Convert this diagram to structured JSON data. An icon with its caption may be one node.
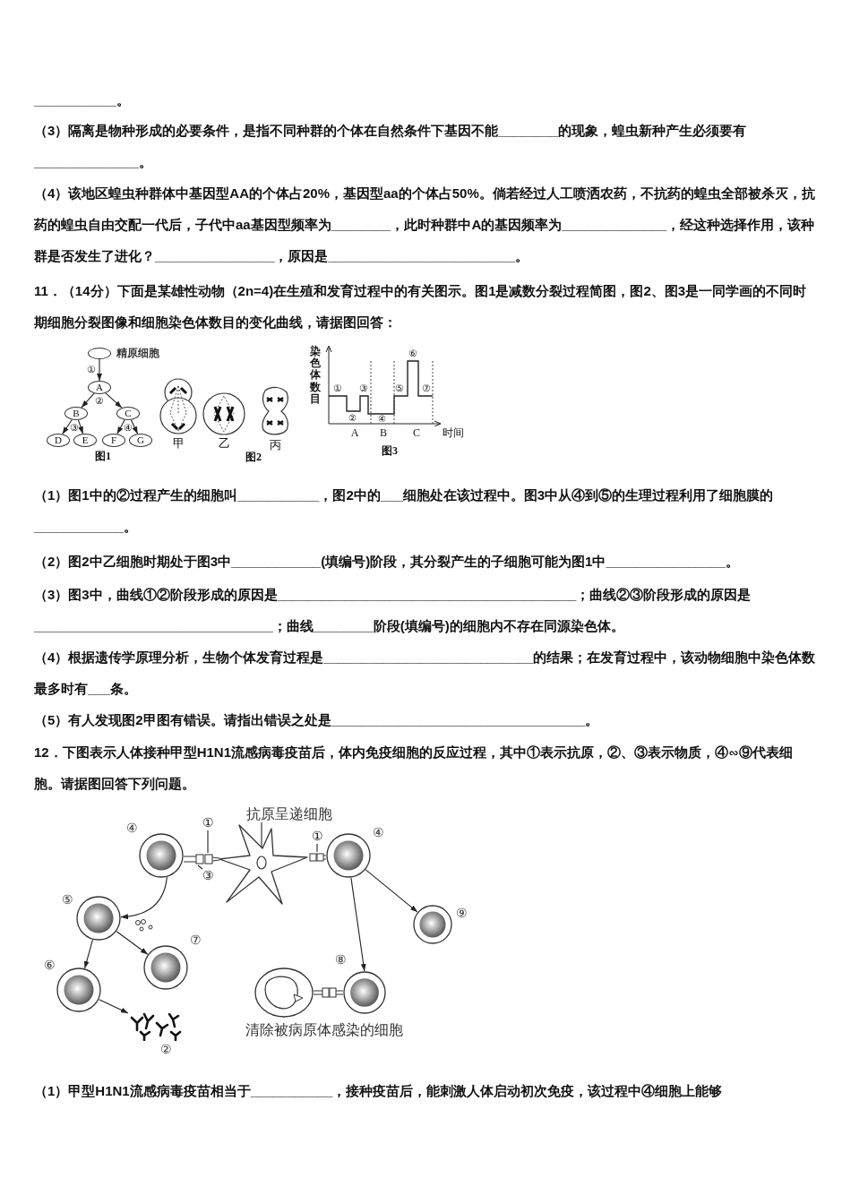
{
  "diagram": {
    "nodes": [
      {
        "text": [],
        "shape": "oval",
        "beside": [
          "精原细胞"
        ]
      },
      {
        "text": [
          "A"
        ]
      },
      {
        "text": [
          "B"
        ]
      },
      {
        "text": [
          "C"
        ]
      },
      {
        "text": [
          "D"
        ]
      },
      {
        "text": [
          "E"
        ]
      },
      {
        "text": [
          "F"
        ]
      },
      {
        "text": [
          "G"
        ]
      },
      {
        "text": [
          "抗原呈递细胞"
        ]
      },
      {
        "text": [
          "①"
        ]
      },
      {
        "text": [
          "①"
        ]
      },
      {
        "text": [],
        "shape": "picture",
        "beside": [
          "④"
        ]
      },
      {
        "text": [],
        "shape": "picture"
      },
      {
        "text": [],
        "shape": "picture",
        "beside": [
          "④"
        ]
      },
      {
        "text": [
          "③"
        ]
      },
      {
        "text": [],
        "shape": "picture",
        "beside": [
          "⑤"
        ]
      },
      {
        "text": [],
        "shape": "picture",
        "beside": [
          "⑦"
        ]
      },
      {
        "text": [],
        "shape": "picture",
        "beside": [
          "⑨"
        ]
      },
      {
        "text": [],
        "shape": "picture",
        "beside": [
          "⑥"
        ]
      },
      {
        "text": [],
        "shape": "picture",
        "beside": [
          "清除被病原体感染的细胞"
        ]
      },
      {
        "text": [],
        "shape": "picture",
        "beside": [
          "⑧"
        ]
      },
      {
        "text": [],
        "shape": "picture",
        "beside": [
          "②"
        ]
      },
      {
        "text": [],
        "shape": "picture"
      },
      {
        "text": [],
        "shape": "picture"
      },
      {
        "text": [],
        "shape": "picture"
      }
    ],
    "edges": [
      {
        "from": 0,
        "to": 1,
        "arrow": "to",
        "label": "①"
      },
      {
        "from": 1,
        "to": 2,
        "arrow": "to"
      },
      {
        "from": 1,
        "to": 3,
        "arrow": "to"
      },
      {
        "from": 2,
        "to": 4,
        "arrow": "to"
      },
      {
        "from": 2,
        "to": 5,
        "arrow": "to"
      },
      {
        "from": 3,
        "to": 6,
        "arrow": "to"
      },
      {
        "from": 3,
        "to": 7,
        "arrow": "to"
      },
      {
        "from": 8,
        "to": 12,
        "arrow": "none"
      },
      {
        "from": 9,
        "to": 22,
        "arrow": "none"
      },
      {
        "from": 10,
        "to": 23,
        "arrow": "none"
      },
      {
        "from": 14,
        "to": 22,
        "arrow": "none"
      },
      {
        "from": 11,
        "to": 15,
        "arrow": "to"
      },
      {
        "from": 15,
        "to": 18,
        "arrow": "to"
      },
      {
        "from": 15,
        "to": 16,
        "arrow": "to"
      },
      {
        "from": 13,
        "to": 20,
        "arrow": "to"
      },
      {
        "from": 13,
        "to": 17,
        "arrow": "to"
      },
      {
        "from": 18,
        "to": 21,
        "arrow": "to"
      }
    ],
    "labels": [
      "___________。",
      "（3）隔离是物种形成的必要条件，是指不同种群的个体在自然条件下基因不能________的现象，蝗虫新种产生必须要有______________。",
      "（4）该地区蝗虫种群体中基因型AA的个体占20%，基因型aa的个体占50%。倘若经过人工喷洒农药，不抗药的蝗虫全部被杀灭，抗药的蝗虫自由交配一代后，子代中aa基因型频率为________，此时种群中A的基因频率为______________，经这种选择作用，该种群是否发生了进化？________________，原因是_________________________。",
      "11．（14分）下面是某雄性动物（2n=4)在生殖和发育过程中的有关图示。图1是减数分裂过程简图，图2、图3是一同学画的不同时期细胞分裂图像和细胞染色体数目的变化曲线，请据图回答：",
      "②",
      "③",
      "④",
      "图1",
      "甲",
      "乙",
      "丙",
      "图2",
      "染色体数目",
      "①",
      "②",
      "③",
      "④",
      "⑤",
      "⑥",
      "⑦",
      "A",
      "B",
      "C",
      "时间",
      "图3",
      "（1）图1中的②过程产生的细胞叫___________，图2中的___细胞处在该过程中。图3中从④到⑤的生理过程利用了细胞膜的____________。",
      "（2）图2中乙细胞时期处于图3中____________(填编号)阶段，其分裂产生的子细胞可能为图1中________________。",
      "（3）图3中，曲线①②阶段形成的原因是________________________________________；曲线②③阶段形成的原因是________________________________；曲线________阶段(填编号)的细胞内不存在同源染色体。",
      "（4）根据遗传学原理分析，生物个体发育过程是____________________________的结果；在发育过程中，该动物细胞中染色体数最多时有___条。",
      "（5）有人发现图2甲图有错误。请指出错误之处是__________________________________。",
      "12．下图表示人体接种甲型H1N1流感病毒疫苗后，体内免疫细胞的反应过程，其中①表示抗原，②、③表示物质，④∽⑨代表细胞。请据图回答下列问题。",
      "（1）甲型H1N1流感病毒疫苗相当于___________，接种疫苗后，能刺激人体启动初次免疫，该过程中④细胞上能够"
    ]
  }
}
